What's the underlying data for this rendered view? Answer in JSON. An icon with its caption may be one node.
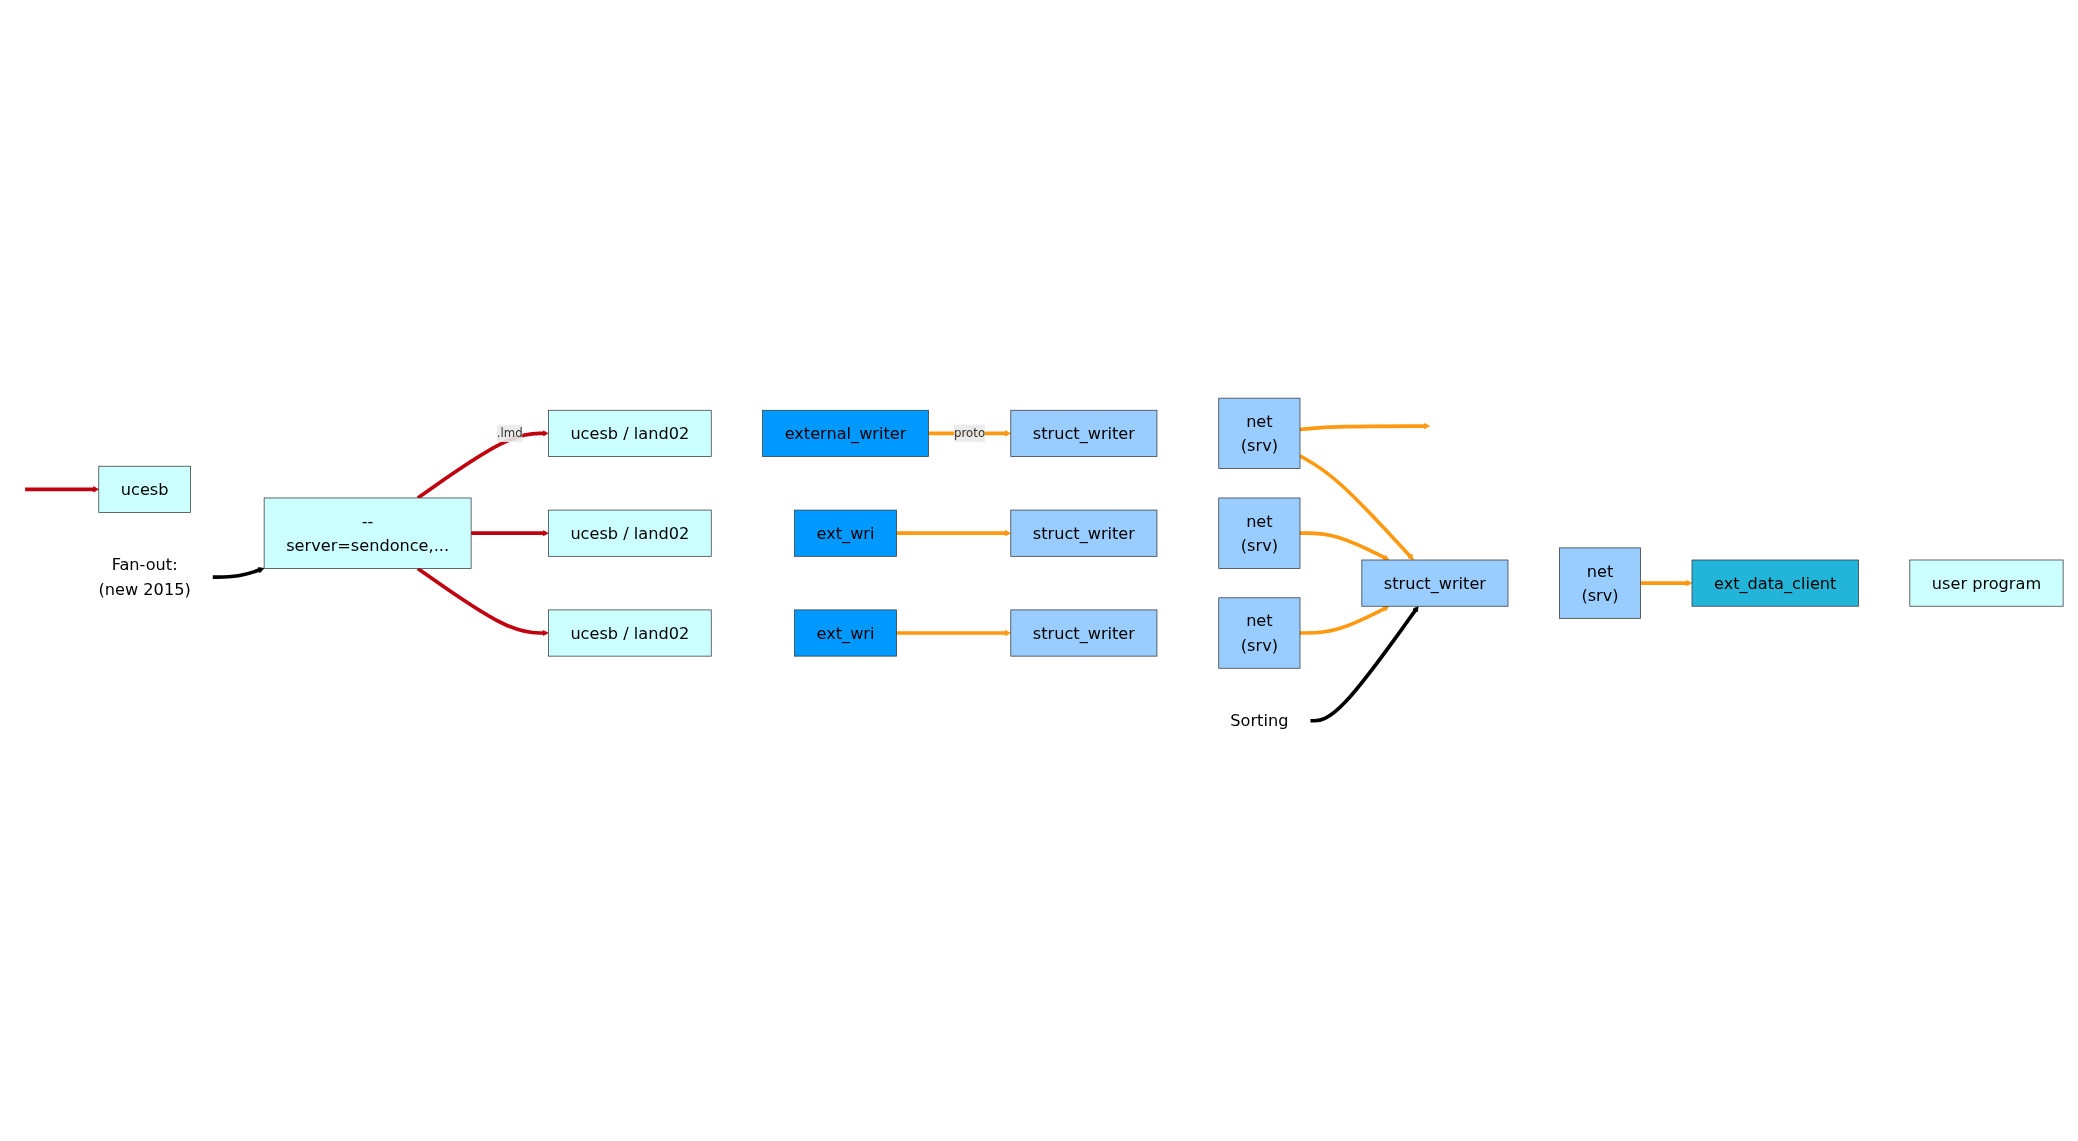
{
  "diagram": {
    "nodes": [
      {
        "text": [
          "ucesb"
        ]
      },
      {
        "text": [
          "--server=sendonce,..."
        ]
      },
      {
        "text": [
          "ucesb / land02"
        ]
      },
      {
        "text": [
          "external_writer"
        ]
      },
      {
        "text": [
          "struct_writer"
        ]
      },
      {
        "text": [
          "net",
          "(srv)"
        ]
      },
      {
        "text": [
          "ucesb / land02"
        ]
      },
      {
        "text": [
          "ext_wri"
        ]
      },
      {
        "text": [
          "struct_writer"
        ]
      },
      {
        "text": [
          "net",
          "(srv)"
        ]
      },
      {
        "text": [
          "ucesb / land02"
        ]
      },
      {
        "text": [
          "ext_wri"
        ]
      },
      {
        "text": [
          "struct_writer"
        ]
      },
      {
        "text": [
          "net",
          "(srv)"
        ]
      },
      {
        "text": [
          "struct_writer"
        ]
      },
      {
        "text": [
          "net",
          "(srv)"
        ]
      },
      {
        "text": [
          "ext_data_client"
        ]
      },
      {
        "text": [
          "user program"
        ]
      },
      {
        "text": [
          "Fan-out:",
          "(new 2015)"
        ]
      },
      {
        "text": [
          "Sorting"
        ]
      }
    ],
    "edges": [
      {
        "from": null,
        "to": 0,
        "arrow": "to",
        "color": "#c0000f"
      },
      {
        "from": 1,
        "to": 2,
        "arrow": "to",
        "label": ".lmd",
        "color": "#c0000f"
      },
      {
        "from": 1,
        "to": 6,
        "arrow": "to",
        "color": "#c0000f"
      },
      {
        "from": 1,
        "to": 10,
        "arrow": "to",
        "color": "#c0000f"
      },
      {
        "from": 3,
        "to": 4,
        "arrow": "to",
        "label": "proto"
      },
      {
        "from": 7,
        "to": 8,
        "arrow": "to"
      },
      {
        "from": 11,
        "to": 12,
        "arrow": "to"
      },
      {
        "from": 5,
        "to": null,
        "arrow": "to"
      },
      {
        "from": 5,
        "to": 14,
        "arrow": "to"
      },
      {
        "from": 9,
        "to": 14,
        "arrow": "to"
      },
      {
        "from": 13,
        "to": 14,
        "arrow": "to"
      },
      {
        "from": 15,
        "to": 16,
        "arrow": "to"
      },
      {
        "from": 18,
        "to": 1,
        "arrow": "to",
        "color": "#000000"
      },
      {
        "from": 19,
        "to": 14,
        "arrow": "to",
        "color": "#000000"
      }
    ]
  }
}
